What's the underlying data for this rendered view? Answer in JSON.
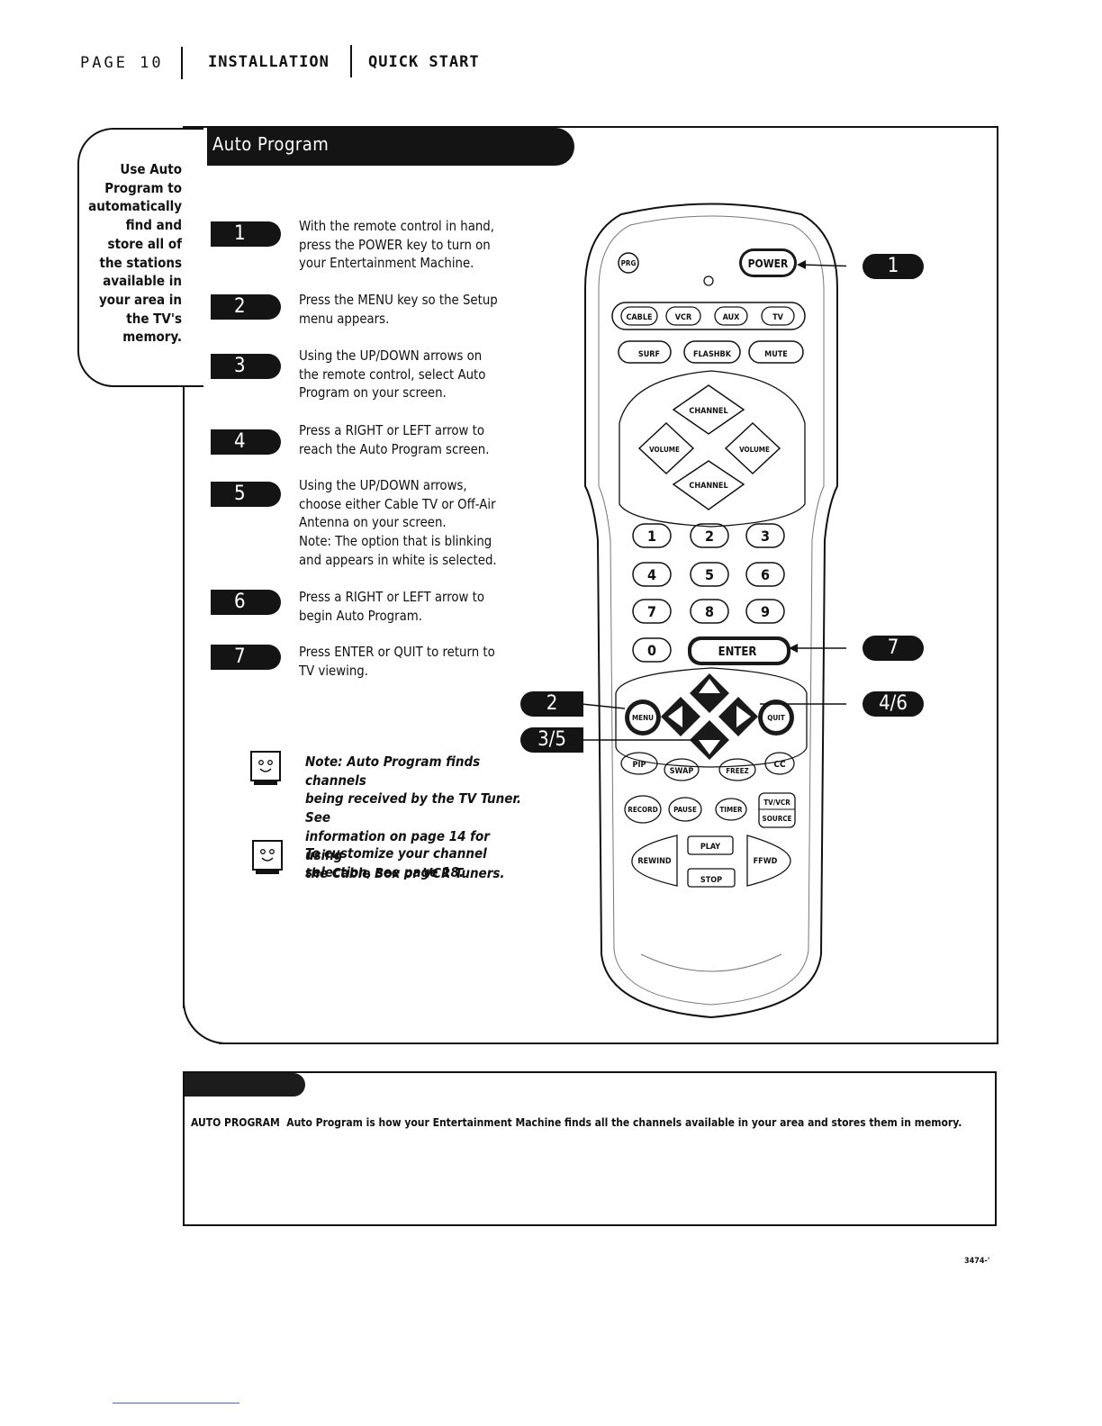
{
  "header": {
    "page_label": "PAGE 10",
    "section_1": "INSTALLATION",
    "section_2": "QUICK START"
  },
  "sidebar": {
    "lines": [
      "Use Auto",
      "Program to",
      "automatically",
      "find and",
      "store all of",
      "the stations",
      "available in",
      "your area in",
      "the TV's",
      "memory."
    ]
  },
  "title": "Auto Program",
  "steps": [
    {
      "num": "1",
      "lines": [
        "With the remote control in hand,",
        "press the POWER key to turn on",
        "your Entertainment Machine."
      ]
    },
    {
      "num": "2",
      "lines": [
        "Press the MENU key so the Setup",
        "menu appears."
      ]
    },
    {
      "num": "3",
      "lines": [
        "Using the UP/DOWN arrows on",
        "the remote control, select Auto",
        "Program on your screen."
      ]
    },
    {
      "num": "4",
      "lines": [
        "Press a RIGHT or LEFT arrow to",
        "reach the Auto Program screen."
      ]
    },
    {
      "num": "5",
      "lines": [
        "Using the UP/DOWN arrows,",
        "choose either Cable TV or Off-Air",
        "Antenna on your screen.",
        "Note: The option that is blinking",
        "and appears in white is selected."
      ]
    },
    {
      "num": "6",
      "lines": [
        "Press a RIGHT or LEFT arrow to",
        "begin Auto Program."
      ]
    },
    {
      "num": "7",
      "lines": [
        "Press ENTER or QUIT to return to",
        "TV viewing."
      ]
    }
  ],
  "notes": [
    {
      "lines": [
        "Note: Auto Program finds channels",
        "being received by the TV Tuner. See",
        "information on page 14 for using",
        "the Cable Box or VCR Tuners."
      ]
    },
    {
      "lines": [
        "To customize your channel",
        "selection, see page 18."
      ]
    }
  ],
  "callouts": {
    "power": "1",
    "enter": "7",
    "menu": "2",
    "arrows_lr": "4/6",
    "arrows_ud": "3/5"
  },
  "remote": {
    "prg": "PRG",
    "power": "POWER",
    "cable": "CABLE",
    "vcr": "VCR",
    "aux": "AUX",
    "tv": "TV",
    "surf": "SURF",
    "flashbk": "FLASHBK",
    "mute": "MUTE",
    "channel_up": "CHANNEL",
    "channel_down": "CHANNEL",
    "volume_left": "VOLUME",
    "volume_right": "VOLUME",
    "digits": [
      "1",
      "2",
      "3",
      "4",
      "5",
      "6",
      "7",
      "8",
      "9",
      "0"
    ],
    "enter": "ENTER",
    "menu": "MENU",
    "quit": "QUIT",
    "pip": "PIP",
    "swap": "SWAP",
    "freeze": "FREEZ",
    "cc": "CC",
    "record": "RECORD",
    "pause": "PAUSE",
    "timer": "TIMER",
    "tvvcr": "TV/VCR",
    "source": "SOURCE",
    "play": "PLAY",
    "stop": "STOP",
    "rewind": "REWIND",
    "ffwd": "FFWD"
  },
  "definition": {
    "term": "AUTO PROGRAM",
    "text": "Auto Program is how your Entertainment Machine finds all the channels available in your area and stores them in memory."
  },
  "doc_number": "3474-'"
}
